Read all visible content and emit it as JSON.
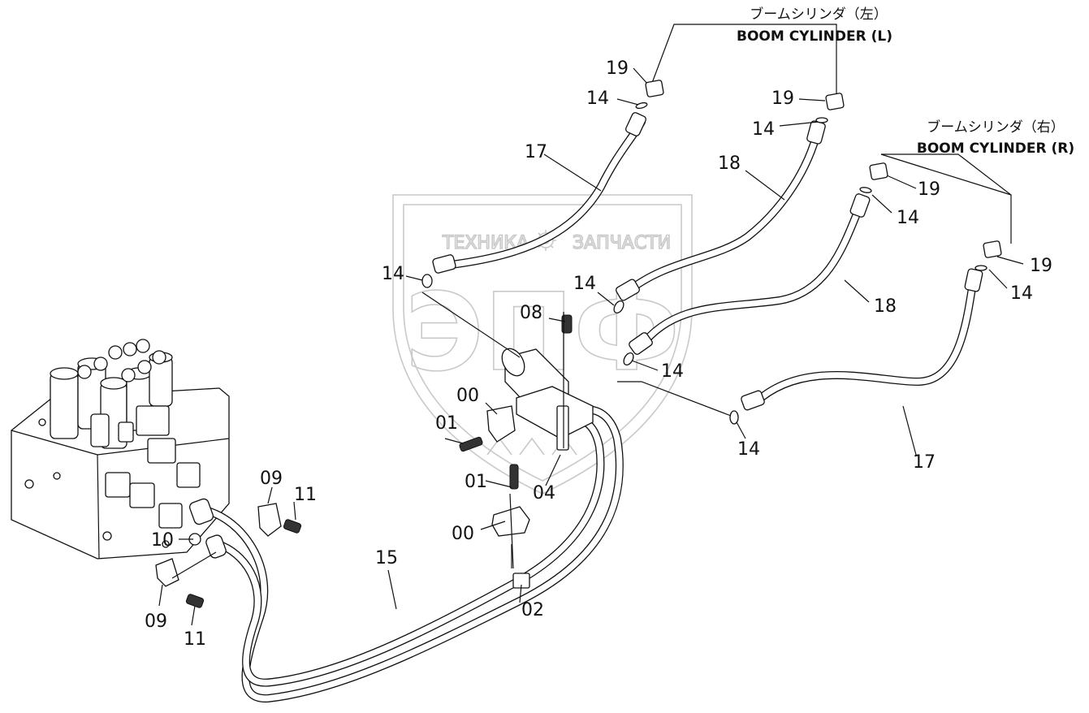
{
  "watermark": {
    "line1_left": "ТЕХНИКА",
    "line1_right": "ЗАПЧАСТИ",
    "big": "ЭПФ",
    "gear_icon": "gear-icon"
  },
  "cylinder_left": {
    "jp": "ブームシリンダ（左）",
    "en": "BOOM CYLINDER (L)"
  },
  "cylinder_right": {
    "jp": "ブームシリンダ（右）",
    "en": "BOOM CYLINDER (R)"
  },
  "callouts": [
    {
      "id": "c19a",
      "text": "19"
    },
    {
      "id": "c14a",
      "text": "14"
    },
    {
      "id": "c19b",
      "text": "19"
    },
    {
      "id": "c14b",
      "text": "14"
    },
    {
      "id": "c17a",
      "text": "17"
    },
    {
      "id": "c18a",
      "text": "18"
    },
    {
      "id": "c19c",
      "text": "19"
    },
    {
      "id": "c14c",
      "text": "14"
    },
    {
      "id": "c19d",
      "text": "19"
    },
    {
      "id": "c14d",
      "text": "14"
    },
    {
      "id": "c18b",
      "text": "18"
    },
    {
      "id": "c14e",
      "text": "14"
    },
    {
      "id": "c14f",
      "text": "14"
    },
    {
      "id": "c14g",
      "text": "14"
    },
    {
      "id": "c14h",
      "text": "14"
    },
    {
      "id": "c17b",
      "text": "17"
    },
    {
      "id": "c08",
      "text": "08"
    },
    {
      "id": "c00a",
      "text": "00"
    },
    {
      "id": "c01a",
      "text": "01"
    },
    {
      "id": "c01b",
      "text": "01"
    },
    {
      "id": "c04",
      "text": "04"
    },
    {
      "id": "c00b",
      "text": "00"
    },
    {
      "id": "c02",
      "text": "02"
    },
    {
      "id": "c15",
      "text": "15"
    },
    {
      "id": "c09a",
      "text": "09"
    },
    {
      "id": "c11a",
      "text": "11"
    },
    {
      "id": "c10",
      "text": "10"
    },
    {
      "id": "c09b",
      "text": "09"
    },
    {
      "id": "c11b",
      "text": "11"
    }
  ]
}
